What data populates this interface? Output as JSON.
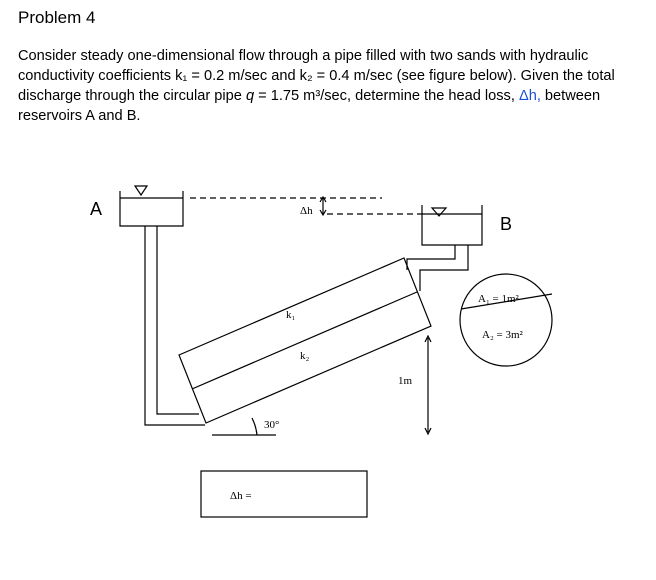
{
  "problem": {
    "title": "Problem 4",
    "text_1": "Consider steady one-dimensional flow through a pipe filled with two sands with hydraulic conductivity coefficients k₁ = 0.2 m/sec and k₂ = 0.4 m/sec (see figure below). Given the total discharge through the circular pipe ",
    "q_symbol": "q",
    "text_2": " = 1.75 m³/sec, determine the head loss, ",
    "head_loss_symbol": "Δh,",
    "text_3": " between reservoirs A and B."
  },
  "figure": {
    "reservoir_a": "A",
    "reservoir_b": "B",
    "delta_h": "Δh",
    "k1": "k₁",
    "k2": "k₂",
    "angle": "30°",
    "length": "1m",
    "area_1": "A₁ = 1m²",
    "area_2": "A₂ = 3m²",
    "answer_label": "Δh ="
  },
  "colors": {
    "link": "#1a4fd6"
  }
}
